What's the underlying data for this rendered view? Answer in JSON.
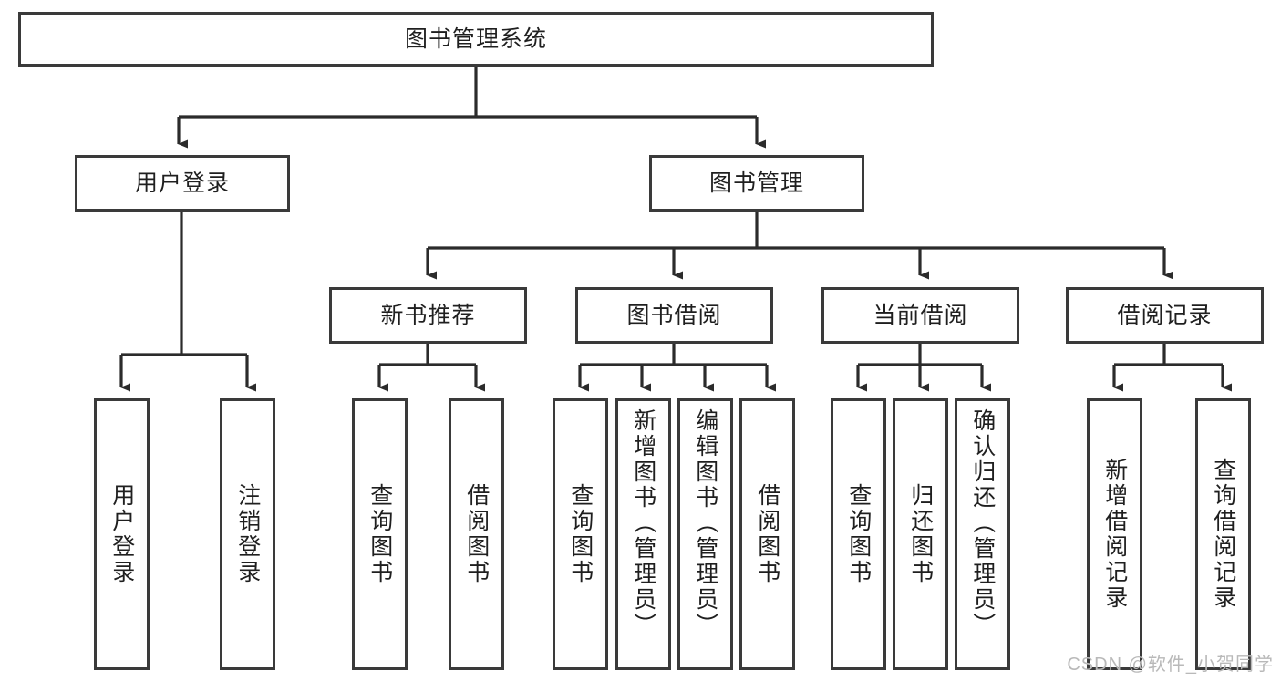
{
  "diagram": {
    "title": "图书管理系统",
    "type": "tree",
    "background": "#ffffff",
    "border_color": "#3a3a3a",
    "text_color": "#1f1f1f",
    "root": {
      "id": "root",
      "label": "图书管理系统"
    },
    "level2": [
      {
        "id": "user-login",
        "label": "用户登录"
      },
      {
        "id": "book-manage",
        "label": "图书管理"
      }
    ],
    "level3": [
      {
        "id": "new-book-rec",
        "label": "新书推荐",
        "parent": "book-manage"
      },
      {
        "id": "book-borrow",
        "label": "图书借阅",
        "parent": "book-manage"
      },
      {
        "id": "current-borrow",
        "label": "当前借阅",
        "parent": "book-manage"
      },
      {
        "id": "borrow-record",
        "label": "借阅记录",
        "parent": "book-manage"
      }
    ],
    "leaves": [
      {
        "id": "leaf-user-login",
        "label": "用户登录",
        "parent": "user-login"
      },
      {
        "id": "leaf-logout",
        "label": "注销登录",
        "parent": "user-login"
      },
      {
        "id": "leaf-query-book-1",
        "label": "查询图书",
        "parent": "new-book-rec"
      },
      {
        "id": "leaf-borrow-book-1",
        "label": "借阅图书",
        "parent": "new-book-rec"
      },
      {
        "id": "leaf-query-book-2",
        "label": "查询图书",
        "parent": "book-borrow"
      },
      {
        "id": "leaf-add-book",
        "label": "新增图书（管理员）",
        "parent": "book-borrow"
      },
      {
        "id": "leaf-edit-book",
        "label": "编辑图书（管理员）",
        "parent": "book-borrow"
      },
      {
        "id": "leaf-borrow-book-2",
        "label": "借阅图书",
        "parent": "book-borrow"
      },
      {
        "id": "leaf-query-book-3",
        "label": "查询图书",
        "parent": "current-borrow"
      },
      {
        "id": "leaf-return-book",
        "label": "归还图书",
        "parent": "current-borrow"
      },
      {
        "id": "leaf-confirm-return",
        "label": "确认归还（管理员）",
        "parent": "current-borrow"
      },
      {
        "id": "leaf-add-record",
        "label": "新增借阅记录",
        "parent": "borrow-record"
      },
      {
        "id": "leaf-query-record",
        "label": "查询借阅记录",
        "parent": "borrow-record"
      }
    ],
    "watermark": "CSDN @软件_小贺同学"
  }
}
